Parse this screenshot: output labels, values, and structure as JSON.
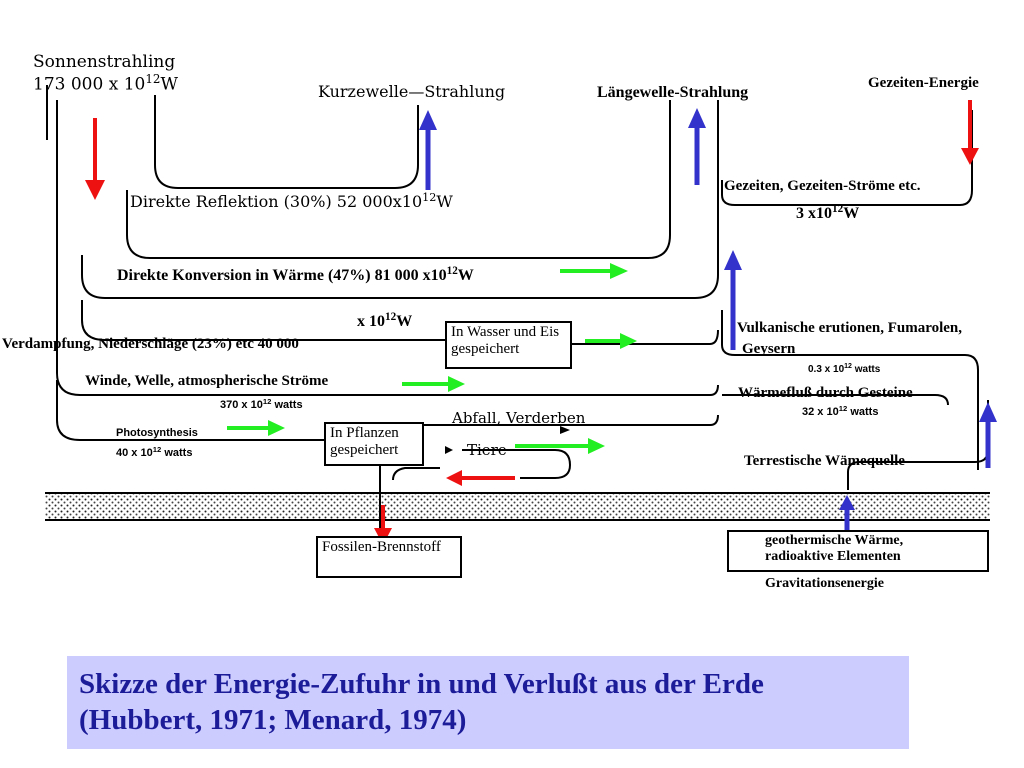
{
  "labels": {
    "sun": "Sonnenstrahling",
    "sun_value_a": "173 000  x  10",
    "sun_exp": "12",
    "sun_unit": "W",
    "shortwave": "Kurzewelle—Strahlung",
    "longwave": "Längewelle-Strahlung",
    "tidal_energy": "Gezeiten-Energie",
    "reflection": "Direkte Reflektion (30%)  52 000",
    "reflection_x": "x10",
    "reflection_exp": "12",
    "reflection_unit": "W",
    "tides": "Gezeiten, Gezeiten-Ströme etc.",
    "tides_val": "3 x10",
    "tides_exp": "12",
    "tides_unit": "W",
    "conversion": "Direkte Konversion in Wärme (47%) 81 000 x",
    "conversion_10": "10",
    "conversion_exp": "12",
    "conversion_unit": "W",
    "evap_x": "x 10",
    "evap_exp": "12",
    "evap_unit": "W",
    "evaporation": "Verdampfung, Niederschläge (23%)  etc 40 000",
    "water_box": "In Wasser und Eis gespeichert",
    "volcanic": "Vulkanische erutionen, Fumarolen,",
    "volcanic2": "Geysern",
    "volcanic_val": "0.3 x 10",
    "volcanic_exp": "12",
    "volcanic_unit": " watts",
    "winds": "Winde, Welle, atmospherische Ströme",
    "winds_val": "370 x 10",
    "winds_exp": "12",
    "winds_unit": " watts",
    "rock_heat": "Wärmefluß durch Gesteine",
    "rock_val": "32 x 10",
    "rock_exp": "12",
    "rock_unit": " watts",
    "photo": "Photosynthesis",
    "photo_val": "40 x 10",
    "photo_exp": "12",
    "photo_unit": " watts",
    "plants_box": "In Pflanzen gespeichert",
    "waste": "Abfall, Verderben",
    "animals": "Tiere",
    "terrestrial": "Terrestische Wämequelle",
    "fossil_box": "Fossilen-Brennstoff",
    "geo_box_1": "geothermische Wärme,",
    "geo_box_2": "radioaktive Elementen",
    "geo_box_3": "Gravitationsenergie"
  },
  "caption": {
    "line1": "Skizze der Energie-Zufuhr in und Verlußt aus der Erde",
    "line2": "(Hubbert, 1971;  Menard, 1974)"
  },
  "colors": {
    "red_arrow": "#ee1111",
    "blue_arrow": "#3333cc",
    "green_arrow": "#22ee22",
    "caption_bg": "#ccccff",
    "caption_text": "#1c1c99"
  }
}
